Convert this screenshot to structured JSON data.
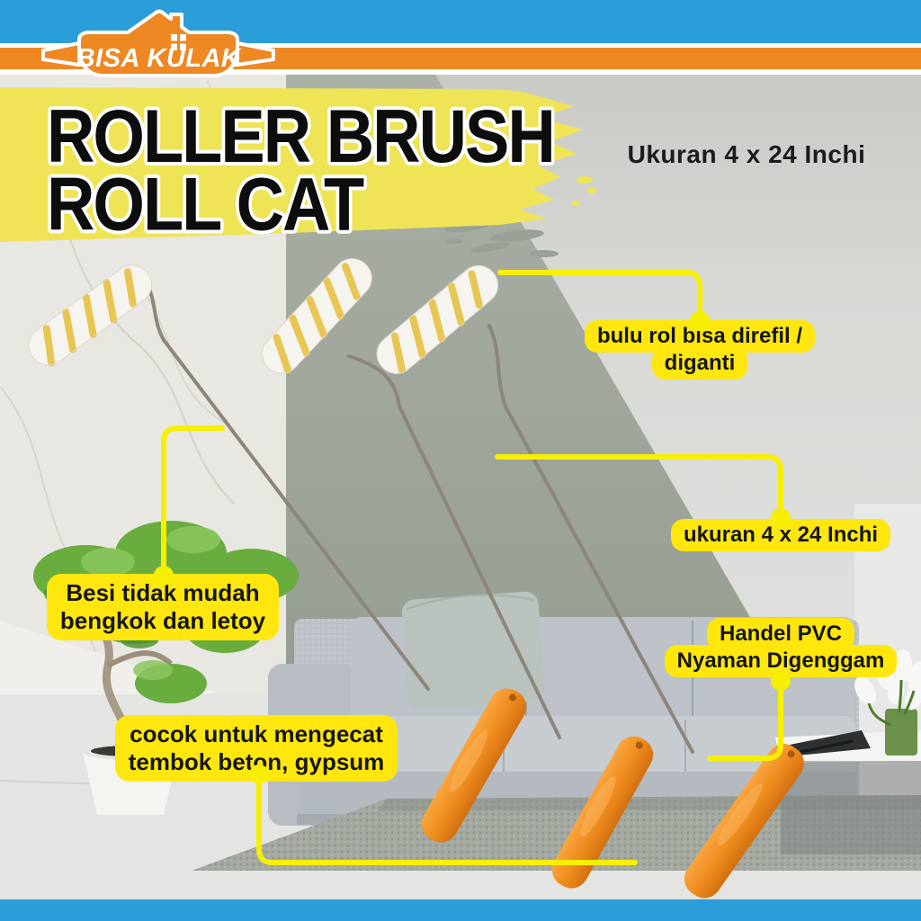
{
  "brand": {
    "logo_text": "BISA KULAK"
  },
  "header": {
    "title_line1": "ROLLER BRUSH",
    "title_line2": "ROLL CAT",
    "size_note": "Ukuran 4 x 24 Inchi"
  },
  "callouts": {
    "refill": {
      "line1": "bulu rol bisa direfil /",
      "line2": "diganti"
    },
    "size": {
      "line1": "ukuran 4 x 24 Inchi"
    },
    "steel": {
      "line1": "Besi tidak mudah",
      "line2": "bengkok dan letoy"
    },
    "handle": {
      "line1": "Handel PVC",
      "line2": "Nyaman Digenggam"
    },
    "usage": {
      "line1": "cocok untuk mengecat",
      "line2": "tembok beton, gypsum"
    }
  },
  "colors": {
    "top_band_blue": "#2b9dd8",
    "stripe_orange": "#ee8823",
    "title_band_yellow": "#efe456",
    "callout_yellow": "#ffe70e",
    "connector_yellow": "#f7ef00",
    "handle_orange": "#f28c28",
    "title_text": "#0d0d0d"
  }
}
